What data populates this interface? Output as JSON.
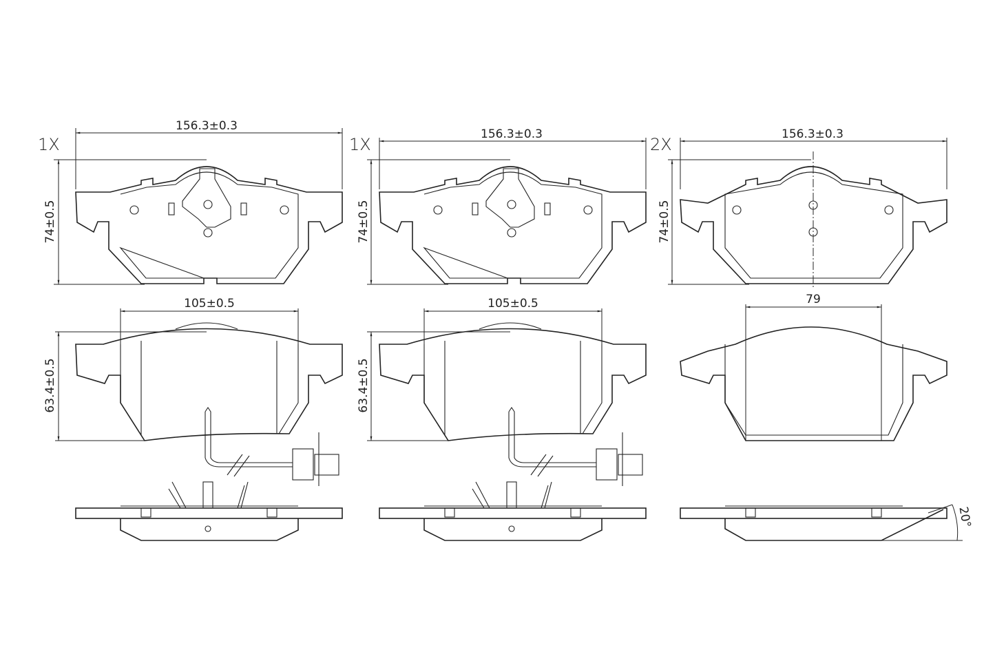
{
  "views": [
    {
      "quantity": "1X",
      "width_dim": "156.3±0.3",
      "height_dim": "74±0.5",
      "lower_width_dim": "105±0.5",
      "lower_height_dim": "63.4±0.5"
    },
    {
      "quantity": "1X",
      "width_dim": "156.3±0.3",
      "height_dim": "74±0.5",
      "lower_width_dim": "105±0.5",
      "lower_height_dim": "63.4±0.5"
    },
    {
      "quantity": "2X",
      "width_dim": "156.3±0.3",
      "height_dim": "74±0.5",
      "lower_width_dim": "79",
      "angle_dim": "20°"
    }
  ],
  "line_color": "#222222"
}
